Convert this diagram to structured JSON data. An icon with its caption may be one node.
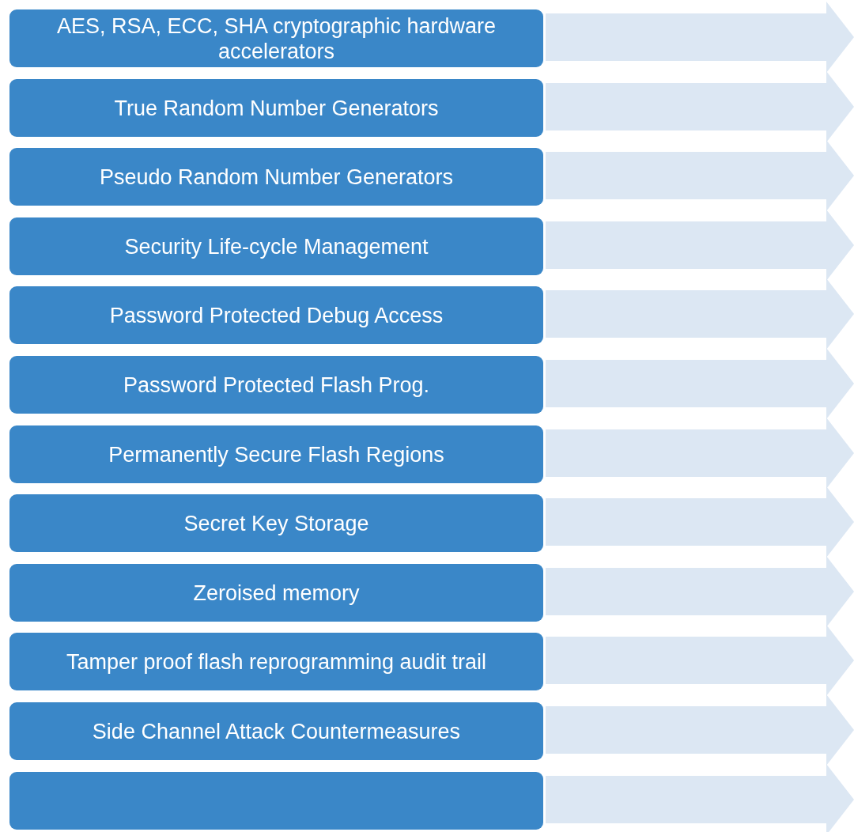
{
  "diagram": {
    "nodes": [
      {
        "text": [
          "AES, RSA, ECC, SHA cryptographic hardware accelerators"
        ]
      },
      {
        "text": [
          "True Random Number Generators"
        ]
      },
      {
        "text": [
          "Pseudo Random Number Generators"
        ]
      },
      {
        "text": [
          "Security Life-cycle Management"
        ]
      },
      {
        "text": [
          "Password Protected Debug Access"
        ]
      },
      {
        "text": [
          "Password Protected Flash Prog."
        ]
      },
      {
        "text": [
          "Permanently Secure Flash Regions"
        ]
      },
      {
        "text": [
          "Secret Key Storage"
        ]
      },
      {
        "text": [
          "Zeroised memory"
        ]
      },
      {
        "text": [
          "Tamper proof flash reprogramming audit trail"
        ]
      },
      {
        "text": [
          "Side Channel Attack Countermeasures"
        ]
      },
      {
        "text": [],
        "shape": "box"
      }
    ]
  }
}
